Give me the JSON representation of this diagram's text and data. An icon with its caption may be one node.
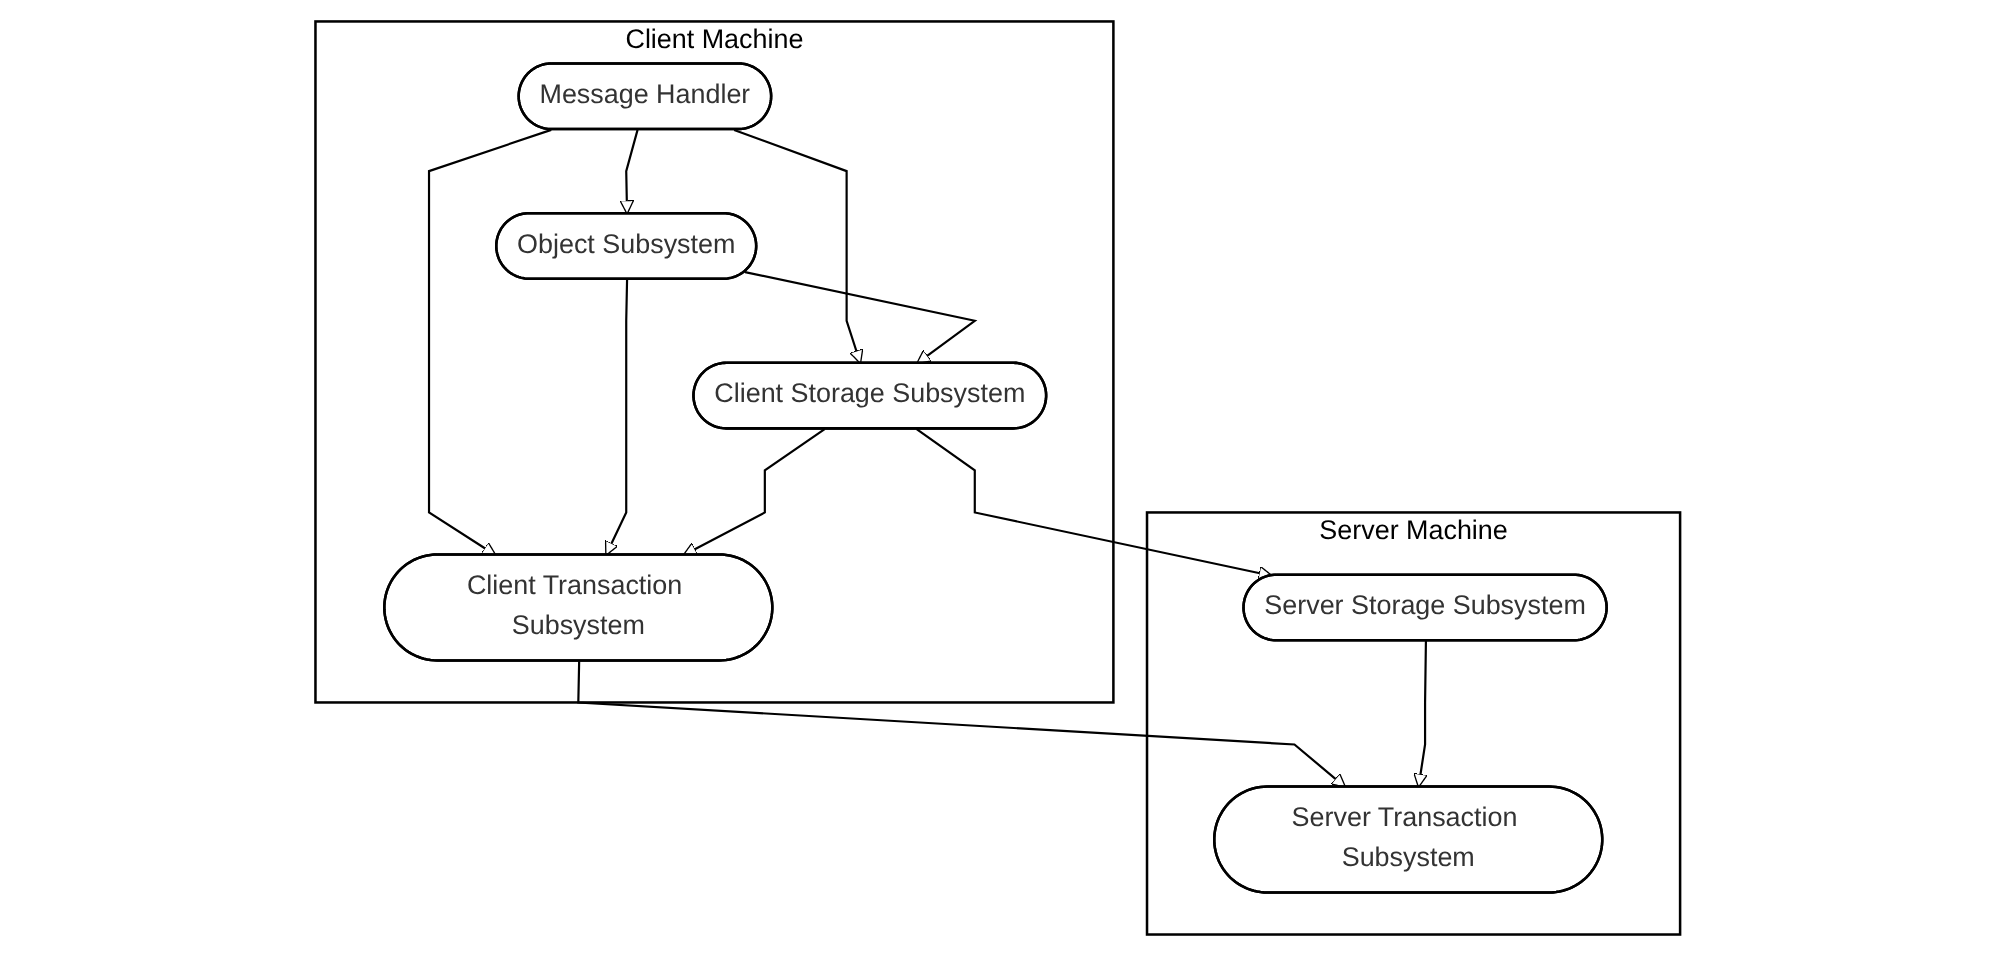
{
  "diagram": {
    "nodes": [
      {
        "text": [
          "Client Machine"
        ]
      },
      {
        "text": [
          "Message Handler"
        ],
        "in": 0
      },
      {
        "text": [
          "Object Subsystem"
        ],
        "in": 0
      },
      {
        "text": [
          "Client Transaction Subsystem"
        ],
        "in": 0
      },
      {
        "text": [
          "Client Storage Subsystem"
        ],
        "in": 0
      },
      {
        "text": [
          "Server Machine"
        ]
      },
      {
        "text": [
          "Server Transaction Subsystem"
        ],
        "in": 5
      },
      {
        "text": [
          "Server Storage Subsystem"
        ],
        "in": 5
      }
    ],
    "edges": [
      {
        "from": 1,
        "to": 2,
        "arrow": "to"
      },
      {
        "from": 1,
        "to": 3,
        "arrow": "to"
      },
      {
        "from": 1,
        "to": 4,
        "arrow": "to"
      },
      {
        "from": 2,
        "to": 3,
        "arrow": "to"
      },
      {
        "from": 2,
        "to": 4,
        "arrow": "to"
      },
      {
        "from": 4,
        "to": 3,
        "arrow": "to"
      },
      {
        "from": 3,
        "to": 6,
        "arrow": "to"
      },
      {
        "from": 4,
        "to": 7,
        "arrow": "to"
      },
      {
        "from": 7,
        "to": 6,
        "arrow": "to"
      }
    ]
  }
}
